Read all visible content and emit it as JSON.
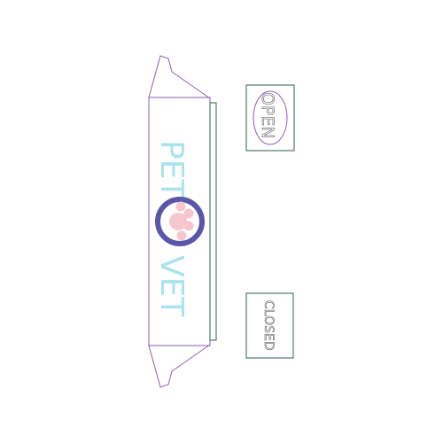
{
  "logo": {
    "word_top": "PET",
    "word_bottom": "VET",
    "text_color": "#a9e4ee",
    "ring_color": "#5a56a8",
    "paw_color": "#f7c6cd"
  },
  "signs": {
    "open_label": "OPEN",
    "closed_label": "CLOSED",
    "border_color": "#2f5f49"
  },
  "banner": {
    "outline_color": "#8a5fb0"
  }
}
